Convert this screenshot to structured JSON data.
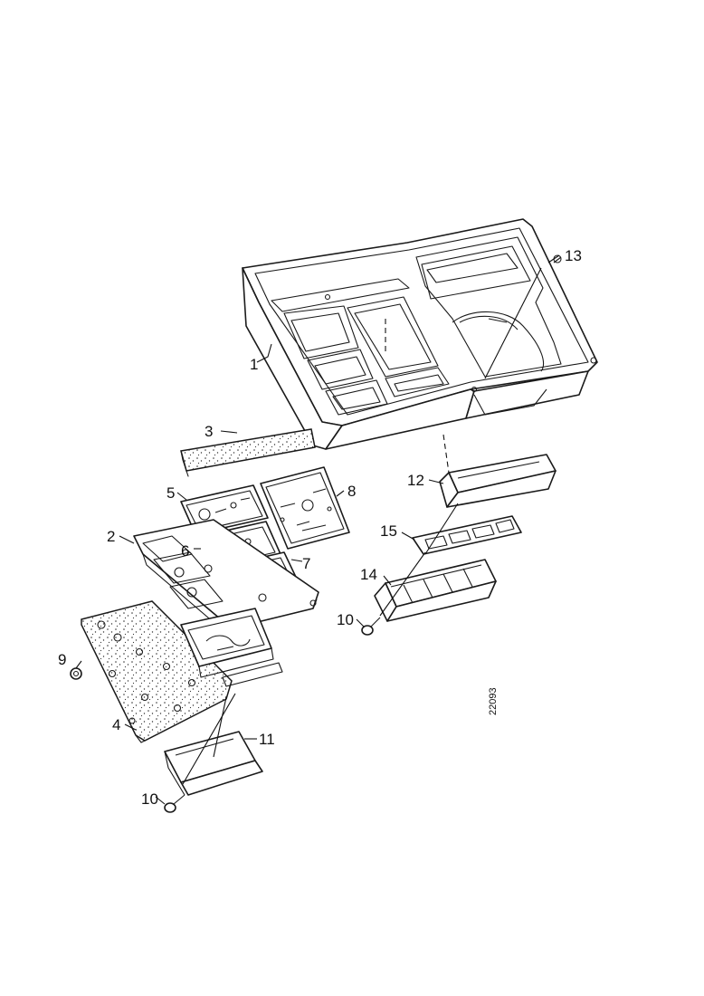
{
  "callouts": [
    {
      "id": "c1",
      "label": "1"
    },
    {
      "id": "c2",
      "label": "2"
    },
    {
      "id": "c3",
      "label": "3"
    },
    {
      "id": "c4",
      "label": "4"
    },
    {
      "id": "c5",
      "label": "5"
    },
    {
      "id": "c6",
      "label": "6"
    },
    {
      "id": "c7",
      "label": "7"
    },
    {
      "id": "c8",
      "label": "8"
    },
    {
      "id": "c9",
      "label": "9"
    },
    {
      "id": "c10a",
      "label": "10"
    },
    {
      "id": "c10b",
      "label": "10"
    },
    {
      "id": "c11",
      "label": "11"
    },
    {
      "id": "c12",
      "label": "12"
    },
    {
      "id": "c13",
      "label": "13"
    },
    {
      "id": "c14",
      "label": "14"
    },
    {
      "id": "c15",
      "label": "15"
    }
  ],
  "drawing_reference": "22093"
}
